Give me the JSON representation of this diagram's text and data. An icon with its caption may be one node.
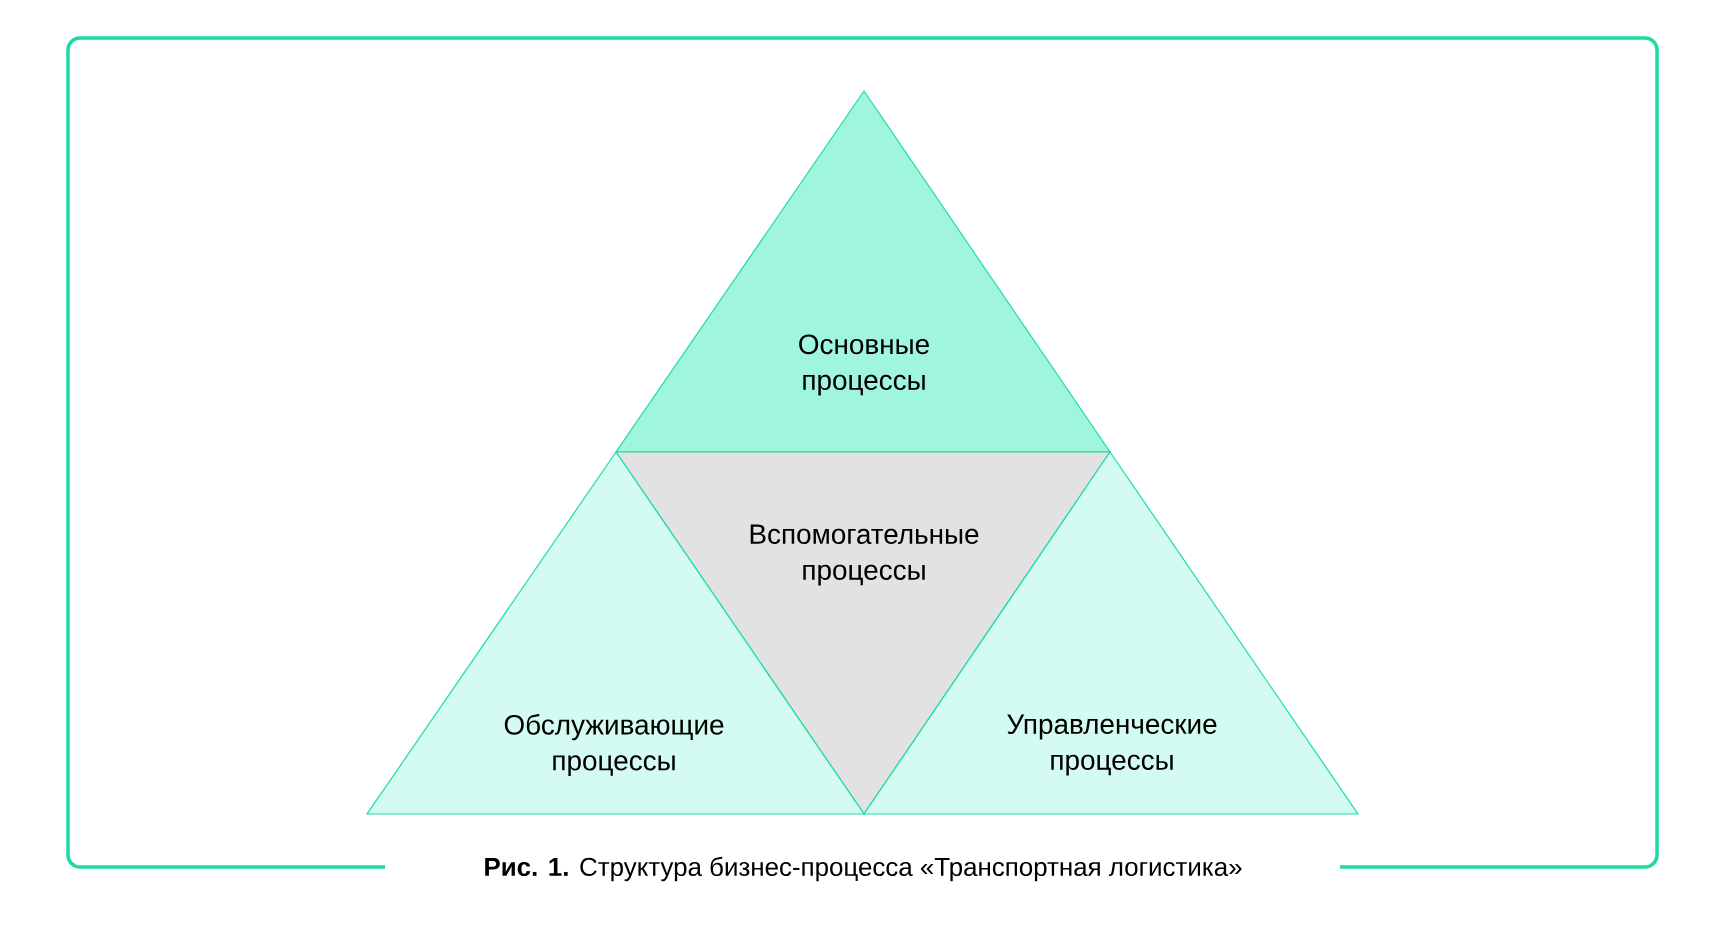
{
  "diagram": {
    "caption": "**Рис. 1.** Структура бизнес-процесса «Транспортная логистика»",
    "nodes": [
      {
        "text": [
          "Основные процессы"
        ]
      },
      {
        "text": [
          "Вспомогательные процессы"
        ]
      },
      {
        "text": [
          "Обслуживающие процессы"
        ]
      },
      {
        "text": [
          "Управленческие процессы"
        ]
      }
    ]
  }
}
